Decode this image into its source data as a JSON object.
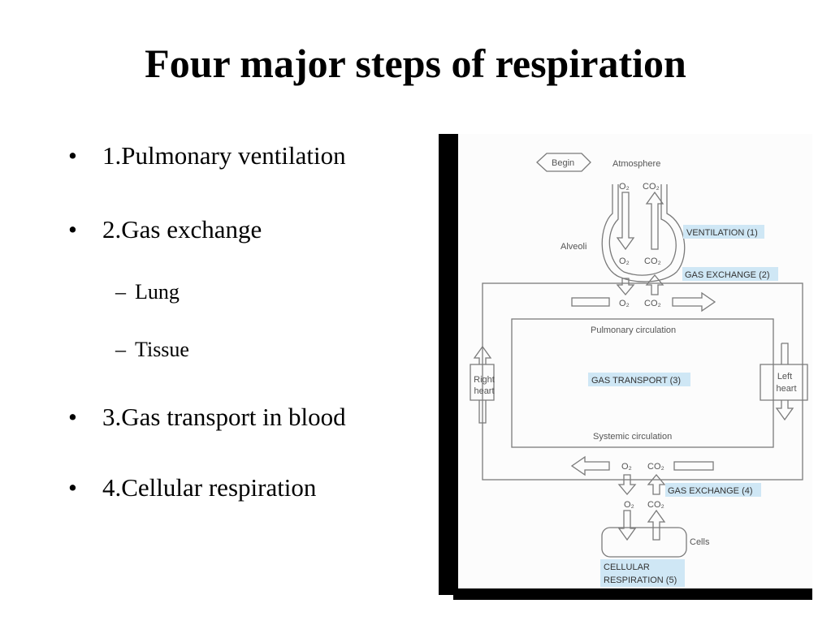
{
  "title": "Four major steps of respiration",
  "bullets": [
    {
      "text": "1.Pulmonary ventilation"
    },
    {
      "text": "2.Gas exchange",
      "sub": [
        "Lung",
        "Tissue"
      ]
    },
    {
      "text": "3.Gas transport in blood"
    },
    {
      "text": "4.Cellular respiration"
    }
  ],
  "bullet_symbol": "•",
  "sub_symbol": "–",
  "diagram": {
    "begin": "Begin",
    "atmosphere": "Atmosphere",
    "alveoli": "Alveoli",
    "o2": "O₂",
    "co2": "CO₂",
    "ventilation": "VENTILATION (1)",
    "gas_exchange_lung": "GAS EXCHANGE (2)",
    "pulmonary_circulation": "Pulmonary circulation",
    "gas_transport": "GAS TRANSPORT (3)",
    "right_heart_1": "Right",
    "right_heart_2": "heart",
    "left_heart_1": "Left",
    "left_heart_2": "heart",
    "systemic_circulation": "Systemic circulation",
    "gas_exchange_tissue": "GAS EXCHANGE (4)",
    "cells": "Cells",
    "cellular_respiration_1": "CELLULAR",
    "cellular_respiration_2": "RESPIRATION (5)"
  },
  "colors": {
    "label_highlight": "#cfe7f5",
    "line": "#7a7a7a",
    "frame": "#000000"
  }
}
